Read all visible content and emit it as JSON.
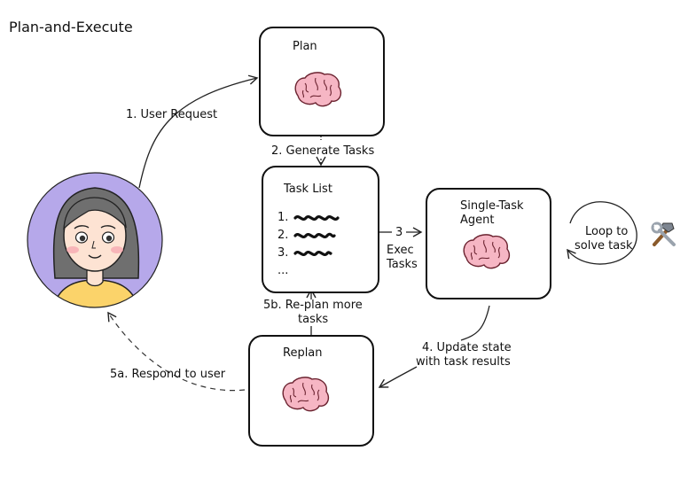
{
  "title": "Plan-and-Execute",
  "nodes": {
    "plan": {
      "label": "Plan"
    },
    "task_list": {
      "label": "Task List",
      "items": [
        "1.",
        "2.",
        "3.",
        "..."
      ]
    },
    "agent": {
      "label_line1": "Single-Task",
      "label_line2": "Agent"
    },
    "replan": {
      "label": "Replan"
    },
    "loop": {
      "label_line1": "Loop to",
      "label_line2": "solve task"
    }
  },
  "edges": {
    "user_request": "1. User Request",
    "generate_tasks": "2. Generate Tasks",
    "exec_num": "3",
    "exec_label_line1": "Exec",
    "exec_label_line2": "Tasks",
    "update_line1": "4. Update state",
    "update_line2": "with task results",
    "replan_line1": "5b. Re-plan more",
    "replan_line2": "tasks",
    "respond": "5a. Respond to user"
  },
  "icons": {
    "user": "user-avatar-icon",
    "brain": "brain-icon",
    "tools": "hammer-wrench-icon"
  },
  "colors": {
    "avatar_bg": "#b6a8ea",
    "hair": "#6f6f6f",
    "skin": "#fde3d3",
    "shirt": "#fbd36a",
    "brain": "#f6b6c4",
    "brain_line": "#6b2330"
  }
}
